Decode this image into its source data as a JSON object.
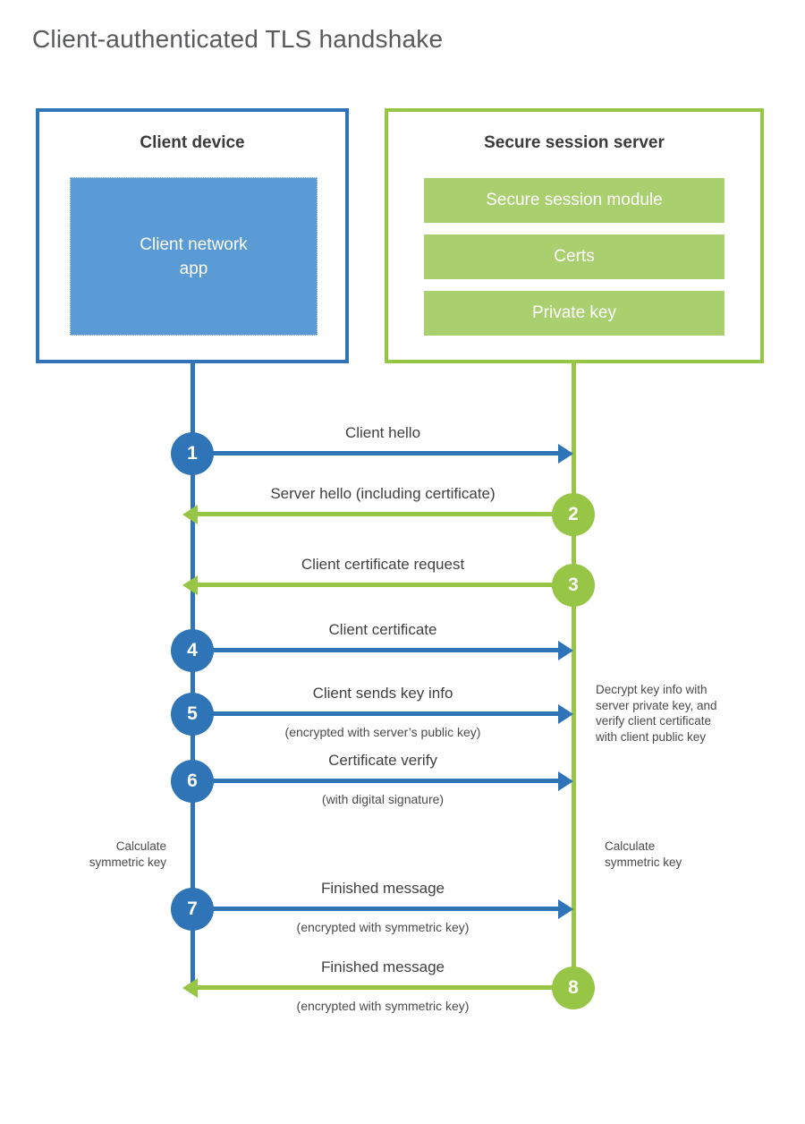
{
  "title": "Client-authenticated TLS handshake",
  "colors": {
    "blue": "#2e74b6",
    "blue_fill": "#5b9bd5",
    "green": "#97c545",
    "green_fill": "#a9cf6e"
  },
  "client_box": {
    "title": "Client device",
    "app_label": "Client network\napp"
  },
  "server_box": {
    "title": "Secure session server",
    "modules": [
      "Secure session module",
      "Certs",
      "Private key"
    ]
  },
  "steps": [
    {
      "number": "1",
      "from": "client",
      "to": "server",
      "label": "Client hello",
      "sublabel": ""
    },
    {
      "number": "2",
      "from": "server",
      "to": "client",
      "label": "Server hello (including certificate)",
      "sublabel": ""
    },
    {
      "number": "3",
      "from": "server",
      "to": "client",
      "label": "Client certificate request",
      "sublabel": ""
    },
    {
      "number": "4",
      "from": "client",
      "to": "server",
      "label": "Client certificate",
      "sublabel": ""
    },
    {
      "number": "5",
      "from": "client",
      "to": "server",
      "label": "Client sends key info",
      "sublabel": "(encrypted with server’s public key)"
    },
    {
      "number": "6",
      "from": "client",
      "to": "server",
      "label": "Certificate verify",
      "sublabel": "(with digital signature)"
    },
    {
      "number": "7",
      "from": "client",
      "to": "server",
      "label": "Finished message",
      "sublabel": "(encrypted with symmetric key)"
    },
    {
      "number": "8",
      "from": "server",
      "to": "client",
      "label": "Finished message",
      "sublabel": "(encrypted with symmetric key)"
    }
  ],
  "annotations": {
    "decrypt_note": "Decrypt key info with\nserver private key, and\nverify client certificate\nwith client public key",
    "calc_left": "Calculate\nsymmetric key",
    "calc_right": "Calculate\nsymmetric key"
  }
}
